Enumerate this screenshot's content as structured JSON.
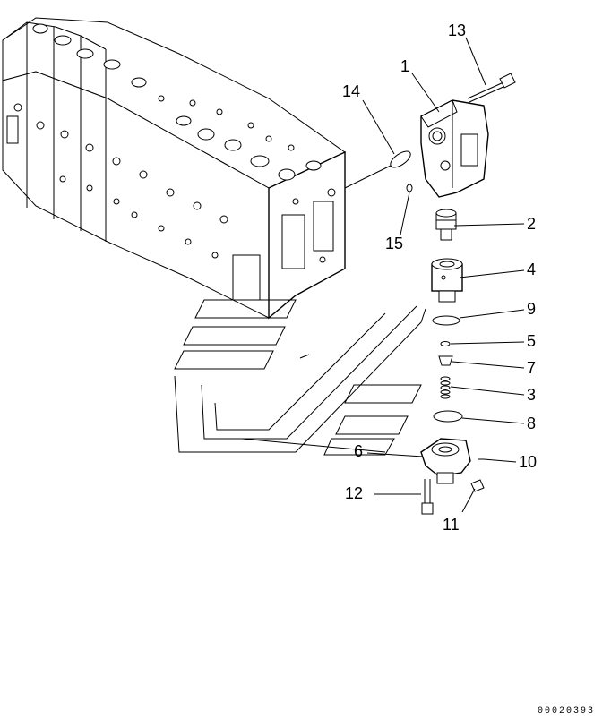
{
  "callouts": {
    "c1": "1",
    "c2": "2",
    "c3": "3",
    "c4": "4",
    "c5": "5",
    "c6": "6",
    "c7": "7",
    "c8": "8",
    "c9": "9",
    "c10": "10",
    "c11": "11",
    "c12": "12",
    "c13": "13",
    "c14": "14",
    "c15": "15"
  },
  "document_number": "00020393",
  "line_color": "#000000",
  "background_color": "#ffffff"
}
